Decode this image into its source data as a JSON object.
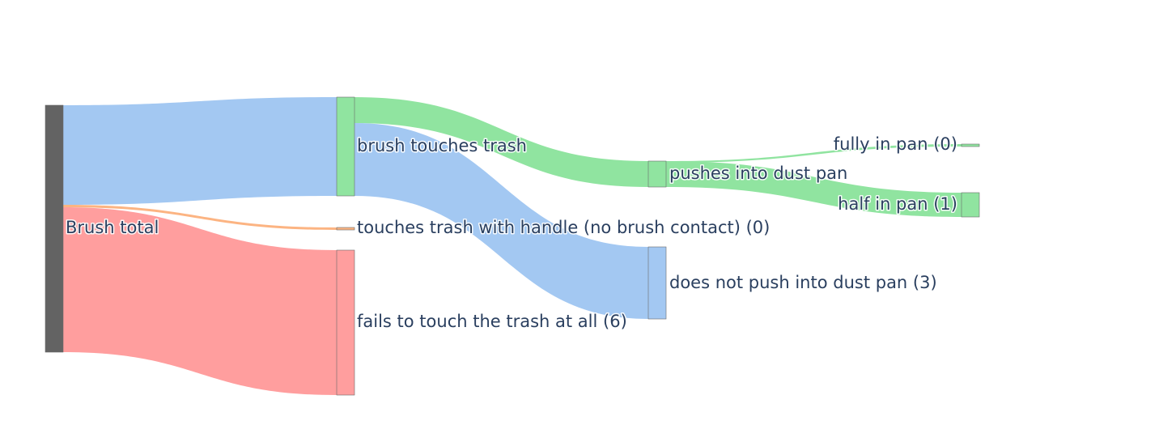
{
  "chart_data": {
    "type": "sankey",
    "nodes": [
      {
        "id": "total",
        "label": "Brush total",
        "color": "#636363"
      },
      {
        "id": "touch",
        "label": "brush touches trash",
        "color": "#90e4a0"
      },
      {
        "id": "handle",
        "label": "touches trash with handle (no brush contact) (0)",
        "color": "#fcb482"
      },
      {
        "id": "fail",
        "label": "fails to touch the trash at all (6)",
        "color": "#ff9e9e"
      },
      {
        "id": "push",
        "label": "pushes into dust pan",
        "color": "#90e4a0"
      },
      {
        "id": "nopush",
        "label": "does not push into dust pan (3)",
        "color": "#a3c8f2"
      },
      {
        "id": "full",
        "label": "fully in pan (0)",
        "color": "#90e4a0"
      },
      {
        "id": "half",
        "label": "half in pan (1)",
        "color": "#90e4a0"
      }
    ],
    "links": [
      {
        "source": "total",
        "target": "touch",
        "value": 4,
        "color": "#a3c8f2"
      },
      {
        "source": "total",
        "target": "handle",
        "value": 0,
        "color": "#fcb482"
      },
      {
        "source": "total",
        "target": "fail",
        "value": 6,
        "color": "#ff9e9e"
      },
      {
        "source": "touch",
        "target": "push",
        "value": 1,
        "color": "#90e4a0"
      },
      {
        "source": "touch",
        "target": "nopush",
        "value": 3,
        "color": "#a3c8f2"
      },
      {
        "source": "push",
        "target": "full",
        "value": 0,
        "color": "#90e4a0"
      },
      {
        "source": "push",
        "target": "half",
        "value": 1,
        "color": "#90e4a0"
      }
    ]
  }
}
